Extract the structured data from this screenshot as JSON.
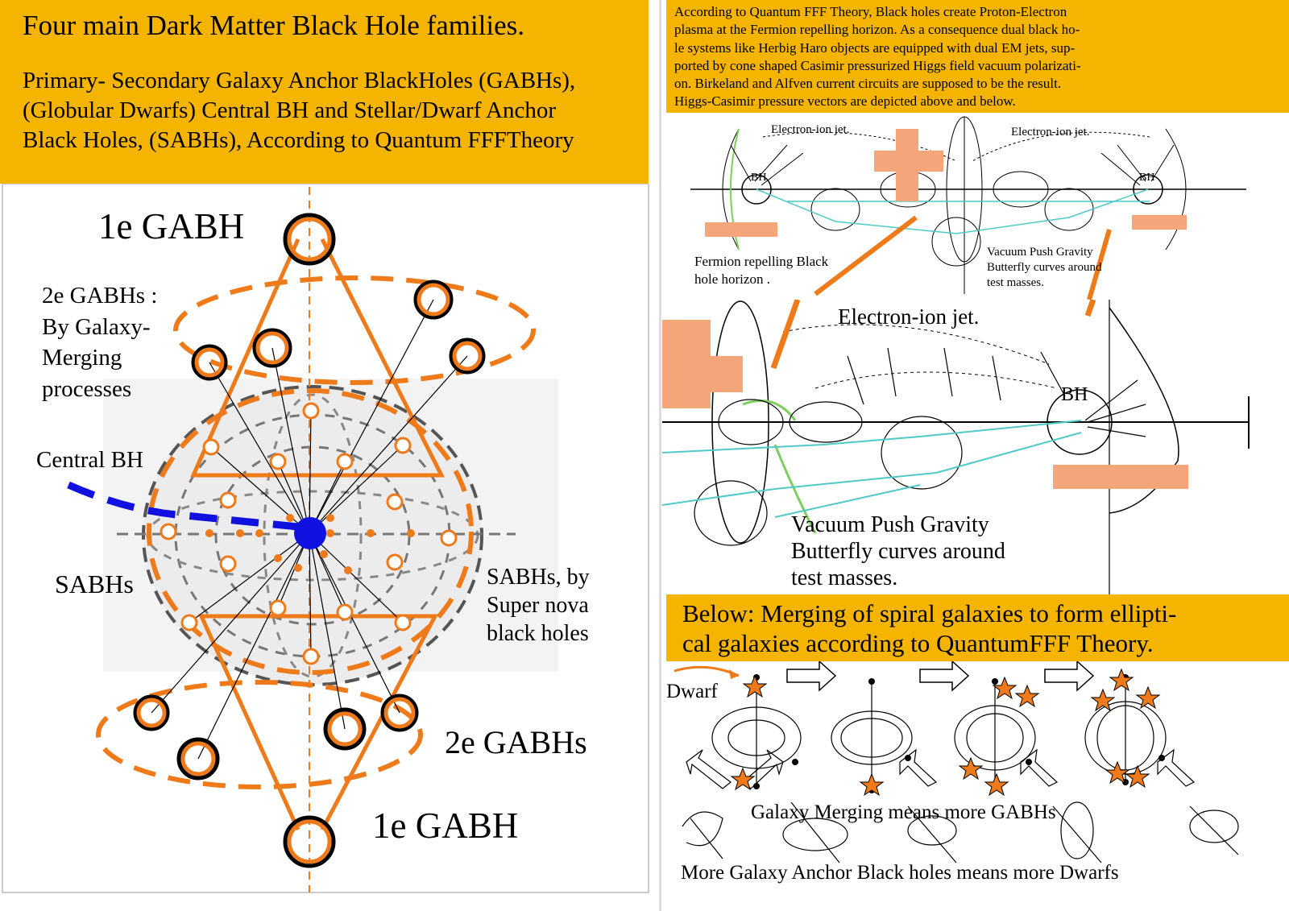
{
  "left_header": {
    "title": "Four main Dark Matter Black Hole families.",
    "subtitle_lines": [
      "Primary- Secondary Galaxy Anchor BlackHoles (GABHs),",
      "(Globular Dwarfs) Central BH and Stellar/Dwarf Anchor",
      "Black Holes, (SABHs), According to Quantum FFFTheory"
    ]
  },
  "left_diagram": {
    "label_top_gabh": "1e GABH",
    "label_2e_lines": [
      "2e GABHs :",
      "By Galaxy-",
      "Merging",
      "processes"
    ],
    "label_central": "Central BH",
    "label_sabhs": "SABHs",
    "label_sabhs_sn_lines": [
      "SABHs, by",
      "Super nova",
      "black holes"
    ],
    "label_2e_bottom": "2e GABHs",
    "label_bottom_gabh": "1e GABH"
  },
  "right_text": {
    "lines": [
      "According to Quantum FFF Theory, Black holes create Proton-Electron",
      "plasma at the Fermion repelling horizon. As a consequence dual black ho-",
      "le systems like Herbig Haro objects are equipped with dual EM jets, sup-",
      "ported by cone shaped Casimir pressurized Higgs field vacuum polarizati-",
      "on. Birkeland and Alfven current circuits are supposed to be the result.",
      "Higgs-Casimir pressure vectors are depicted above and below."
    ]
  },
  "small_diagram": {
    "jet_left": "Electron-ion jet.",
    "jet_right": "Electron-ion jet.",
    "bh_left": "BH",
    "bh_right": "BH",
    "fermion_lines": [
      "Fermion repelling Black",
      "hole horizon ."
    ],
    "vacuum_lines": [
      "Vacuum Push Gravity",
      "Butterfly curves around",
      "test masses."
    ]
  },
  "big_diagram": {
    "jet": "Electron-ion jet.",
    "bh": "BH",
    "vacuum_lines": [
      "Vacuum Push Gravity",
      "Butterfly curves around",
      "test masses."
    ]
  },
  "merge_banner": {
    "lines": [
      "Below: Merging of spiral galaxies to form ellipti-",
      "cal galaxies according to QuantumFFF Theory."
    ]
  },
  "merge_bottom": {
    "dwarf": "Dwarf",
    "line1": "Galaxy Merging means more GABHs",
    "line2": "More Galaxy Anchor Black holes means more Dwarfs"
  },
  "colors": {
    "banner": "#f5b400",
    "orange": "#ee7a1a",
    "blue": "#1010e0",
    "cyan": "#4fc9c9",
    "green": "#7ccf5a",
    "salmon": "#f4a57a"
  }
}
